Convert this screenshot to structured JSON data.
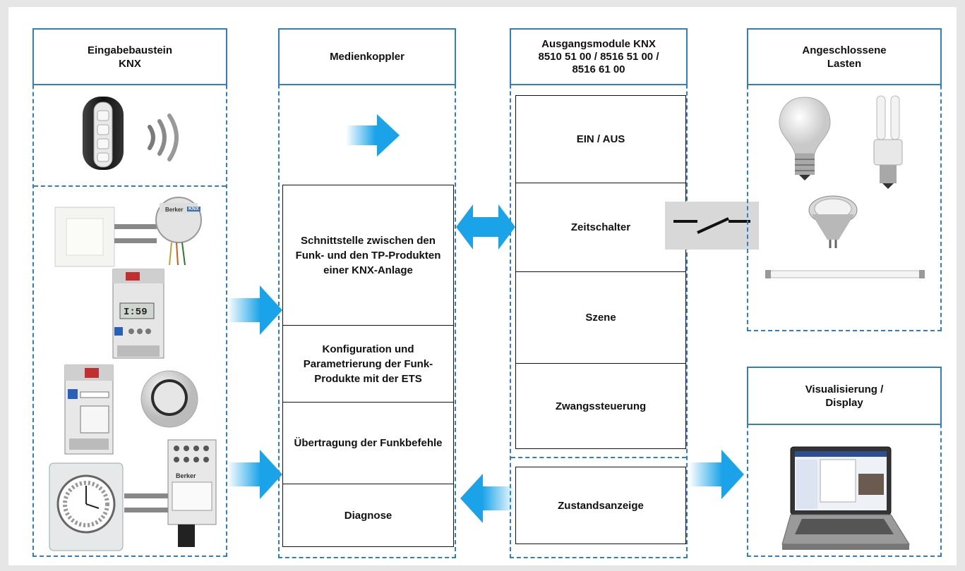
{
  "columns": {
    "input": {
      "title": "Eingabebaustein\nKNX"
    },
    "coupler": {
      "title": "Medienkoppler",
      "cells": [
        "Schnittstelle zwischen den Funk- und den TP-Produkten einer KNX-Anlage",
        "Konfiguration und Parametrierung der Funk-Produkte mit der ETS",
        "Übertragung der Funkbefehle",
        "Diagnose"
      ]
    },
    "output": {
      "title": "Ausgangsmodule KNX\n8510 51 00 / 8516 51 00 /\n8516 61 00",
      "cells": [
        "EIN / AUS",
        "Zeitschalter",
        "Szene",
        "Zwangssteuerung"
      ],
      "status": "Zustandsanzeige"
    },
    "loads": {
      "title": "Angeschlossene\nLasten"
    },
    "display": {
      "title": "Visualisierung /\nDisplay"
    }
  },
  "product_labels": {
    "brand": "Berker",
    "clock_display": "I:59",
    "knx_badge": "KNX"
  },
  "colors": {
    "accent": "#2f7fc2",
    "arrow": "#1aa3e8",
    "background": "#e6e6e6"
  },
  "icons": [
    "remote-control-icon",
    "radio-waves-icon",
    "switch-icon",
    "actuator-module-icon",
    "timer-module-icon",
    "sensor-module-icon",
    "motion-detector-icon",
    "analog-timer-icon",
    "relay-module-icon",
    "incandescent-bulb-icon",
    "cfl-bulb-icon",
    "halogen-bulb-icon",
    "fluorescent-tube-icon",
    "relay-contact-icon",
    "laptop-icon"
  ]
}
